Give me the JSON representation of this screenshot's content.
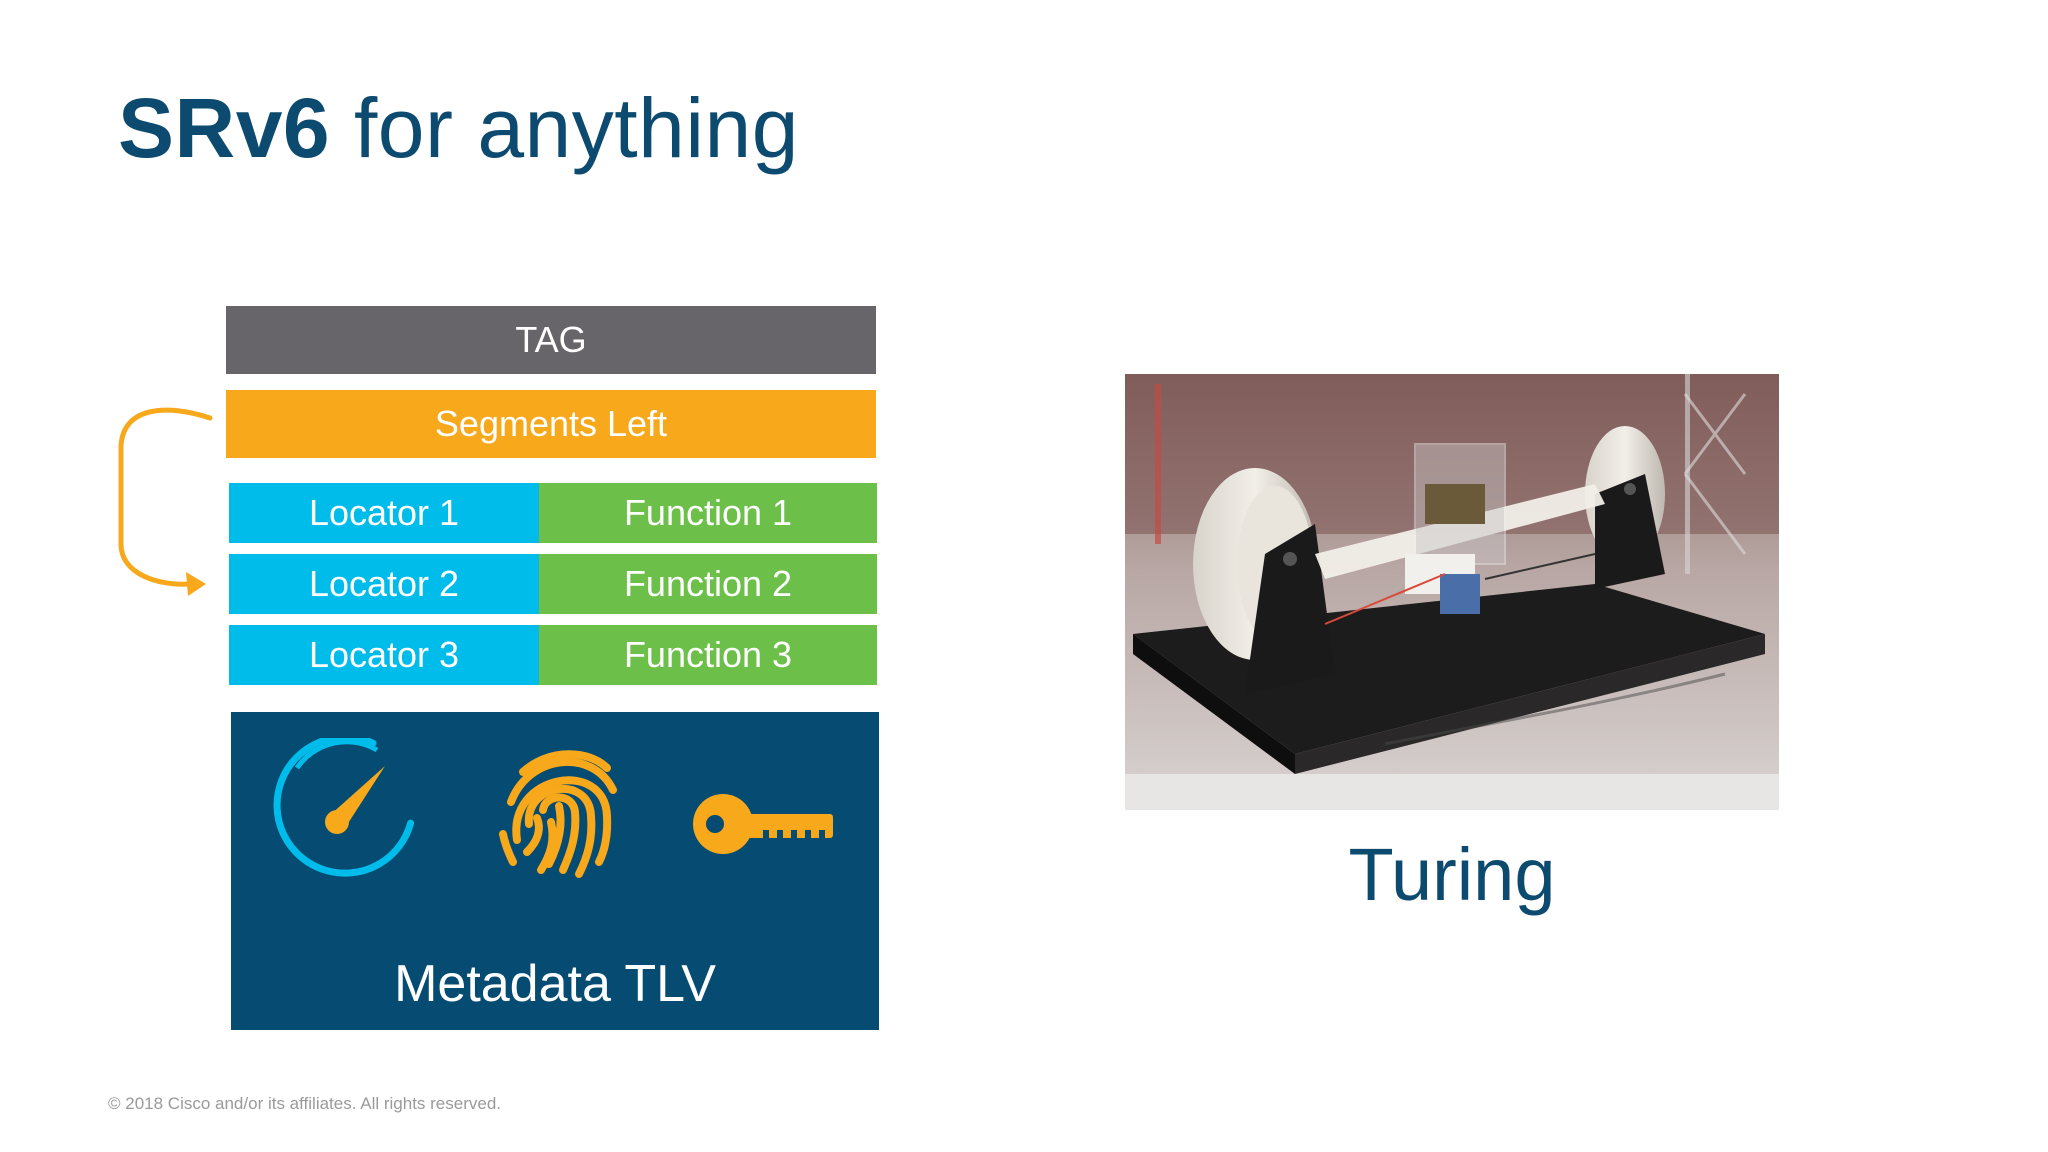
{
  "title": {
    "bold": "SRv6",
    "rest": " for anything"
  },
  "header": {
    "tag_label": "TAG",
    "segments_left_label": "Segments Left"
  },
  "segment_list": [
    {
      "locator": "Locator 1",
      "function": "Function 1"
    },
    {
      "locator": "Locator 2",
      "function": "Function 2"
    },
    {
      "locator": "Locator 3",
      "function": "Function 3"
    }
  ],
  "metadata": {
    "label": "Metadata TLV",
    "icons": [
      "speedometer-icon",
      "fingerprint-icon",
      "key-icon"
    ]
  },
  "photo": {
    "caption": "Turing"
  },
  "footer": {
    "copyright": "© 2018  Cisco and/or its affiliates. All rights reserved."
  },
  "colors": {
    "title": "#0d4a70",
    "tag": "#676569",
    "segments_left": "#f7a81b",
    "locator": "#00bceb",
    "function": "#6cc04a",
    "metadata_bg": "#054b72",
    "icon_blue": "#00bceb",
    "icon_orange": "#f7a81b"
  }
}
